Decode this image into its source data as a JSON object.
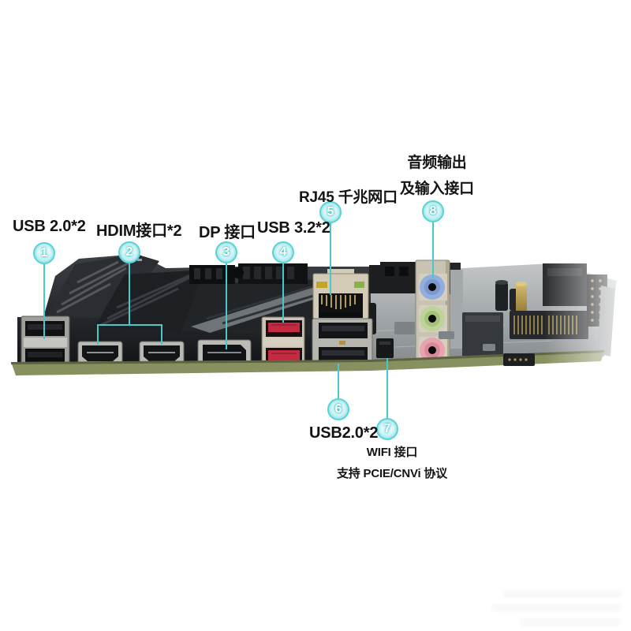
{
  "figure": {
    "kind": "motherboard-rear-io-annotated-photo",
    "background": "#ffffff"
  },
  "callouts": [
    {
      "num": "1",
      "label": "USB 2.0*2"
    },
    {
      "num": "2",
      "label": "HDIM接口*2"
    },
    {
      "num": "3",
      "label": "DP 接口"
    },
    {
      "num": "4",
      "label": "USB 3.2*2"
    },
    {
      "num": "5",
      "label": "RJ45 千兆网口"
    },
    {
      "num": "6",
      "label": "USB2.0*2"
    },
    {
      "num": "7",
      "label": "WIFI 接口",
      "sublabel": "支持 PCIE/CNVi 协议"
    },
    {
      "num": "8",
      "label": "音频输出",
      "label_line2": "及输入接口"
    }
  ],
  "board_parts": [
    "usb2-dual-stack-port",
    "hdmi-port-1",
    "hdmi-port-2",
    "displayport",
    "usb32-red-port-pair",
    "rj45-lan-port",
    "usb2-black-port-pair",
    "wifi-cnvi-connector",
    "audio-jack-line-in-blue",
    "audio-jack-line-out-green",
    "audio-jack-mic-pink",
    "m2-heatsink-fins",
    "gold-antenna-standoff",
    "capacitors",
    "pin-headers",
    "pcb-edge"
  ],
  "colors": {
    "callout_ring": "#58d3d7",
    "callout_fill": "#d9f5f6",
    "leader_line": "#45c9cd",
    "label_text": "#141414",
    "pcb_edge_olive": "#87905f",
    "usb32_red": "#c62a42",
    "rj45_beige": "#d3cbb6",
    "led_yellow": "#c2a427",
    "led_green": "#86b24a",
    "audio_blue": "#92aede",
    "audio_green": "#bed29a",
    "audio_pink": "#e8a2b0",
    "gold": "#b09a55",
    "heatsink_dark": "#1a1c1f",
    "pcb_gray": "#9aa0a4"
  },
  "watermark": {
    "present": true,
    "lines": 3,
    "legible": false
  }
}
